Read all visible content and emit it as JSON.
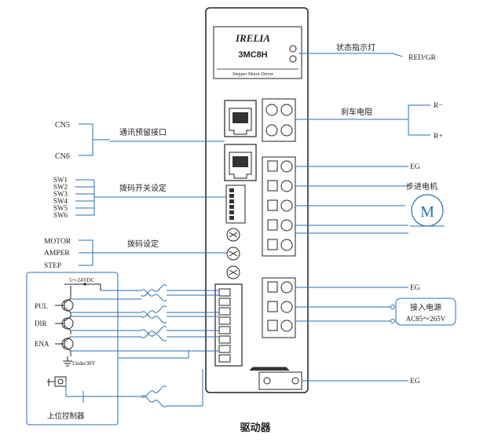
{
  "driver": {
    "brand": "IRELIA",
    "model": "3MC8H",
    "subtitle": "Stepper Motor Driver",
    "caption": "驱动器"
  },
  "labels": {
    "status_light": "状态指示灯",
    "red_gr": "RED/GR",
    "brake_resistor": "刹车电阻",
    "r_minus": "R−",
    "r_plus": "R+",
    "cn5": "CN5",
    "cn6": "CN6",
    "comm_port": "通讯预留接口",
    "sw": [
      "SW1",
      "SW2",
      "SW3",
      "SW4",
      "SW5",
      "SW6"
    ],
    "dip_setting": "拨码开关设定",
    "motor": "MOTOR",
    "amper": "AMPER",
    "step": "STEP",
    "dial_setting": "拨码设定",
    "eg_top": "EG",
    "stepper_motor": "步进电机",
    "motor_symbol": "M",
    "eg_mid": "EG",
    "power_in": "接入电源",
    "ac_range": "AC85～265V",
    "eg_bottom": "EG",
    "vdc": "5～24VDC",
    "pul": "PUL",
    "dir": "DIR",
    "ena": "ENA",
    "under30v": "Under30V",
    "host_controller": "上位控制器"
  },
  "colors": {
    "line": "#2a6fb0",
    "outline": "#222222"
  }
}
